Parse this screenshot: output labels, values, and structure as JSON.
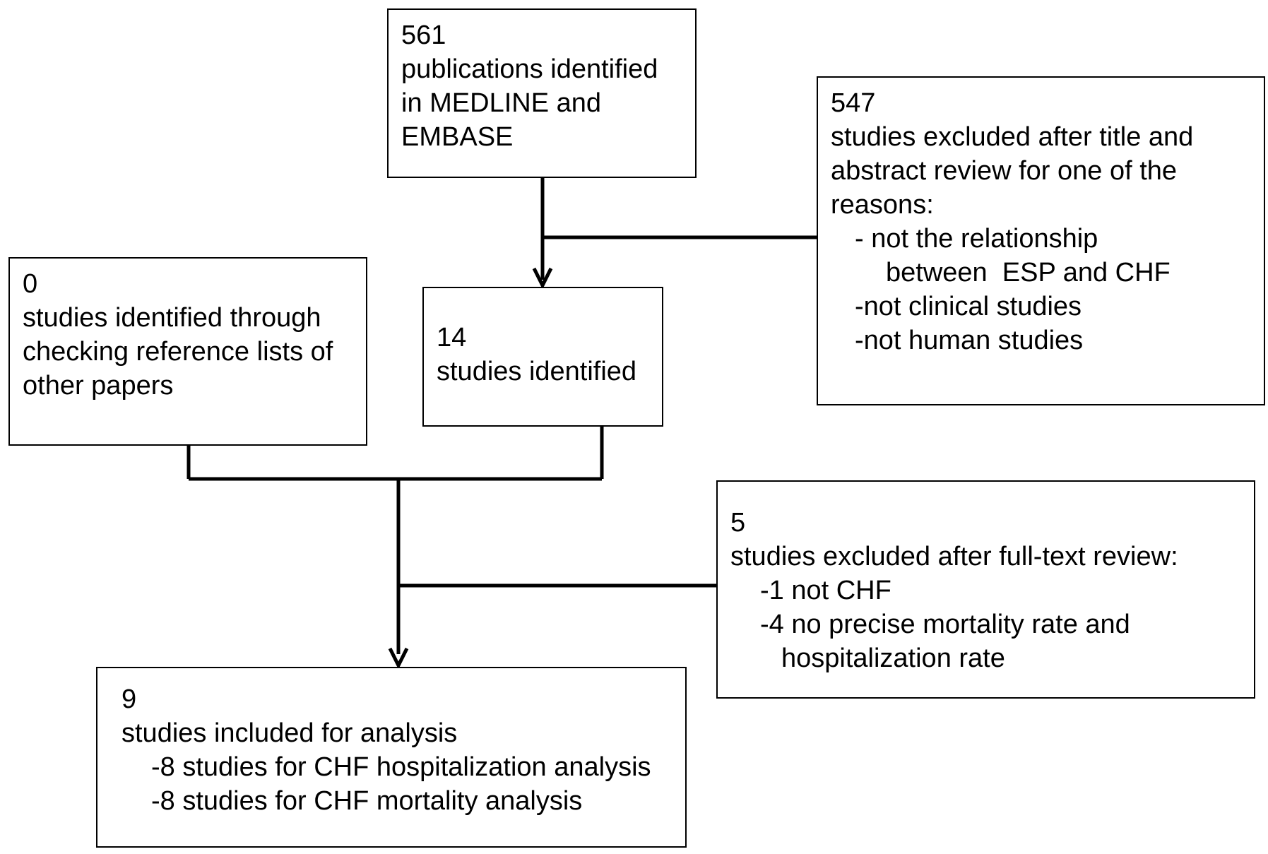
{
  "boxes": {
    "medline": {
      "count": "561",
      "lines": [
        "publications identified",
        "in MEDLINE and",
        "EMBASE"
      ]
    },
    "excluded_title": {
      "count": "547",
      "lines": [
        "studies excluded after title and",
        "abstract review for one of the",
        "reasons:"
      ],
      "reasons": [
        "- not the relationship",
        "between  ESP and CHF",
        "-not clinical studies",
        "-not human studies"
      ]
    },
    "reference_lists": {
      "count": "0",
      "lines": [
        "studies identified through",
        "checking reference lists of",
        "other papers"
      ]
    },
    "identified": {
      "count": "14",
      "lines": [
        "studies identified"
      ]
    },
    "excluded_fulltext": {
      "count": "5",
      "lines": [
        "studies excluded after full-text review:"
      ],
      "reasons": [
        "-1 not CHF",
        "-4 no precise mortality rate and",
        "hospitalization rate"
      ]
    },
    "included": {
      "count": "9",
      "lines": [
        "studies included for analysis"
      ],
      "subitems": [
        "-8 studies for CHF hospitalization analysis",
        "-8 studies for CHF mortality analysis"
      ]
    }
  }
}
